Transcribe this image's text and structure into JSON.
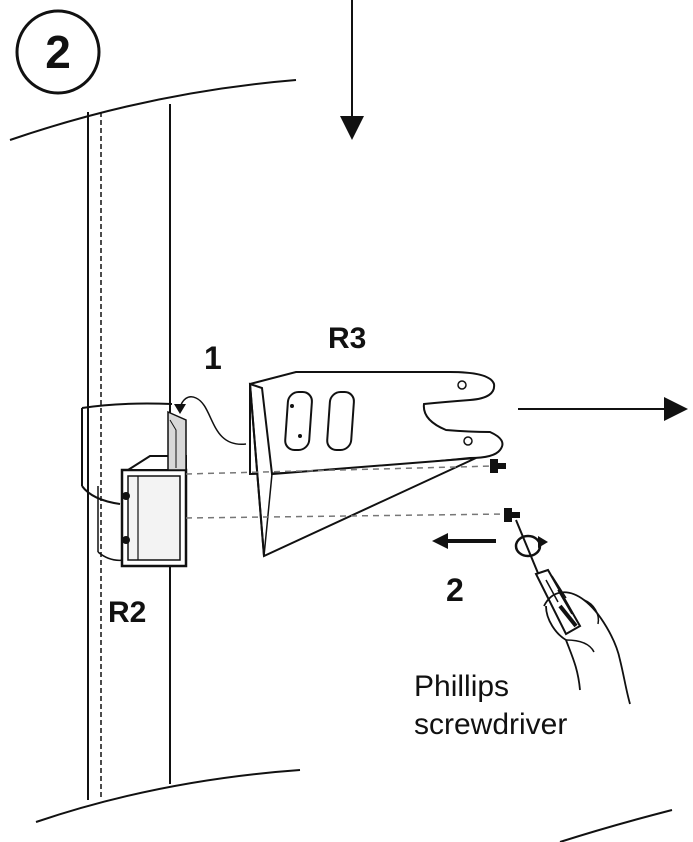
{
  "step": {
    "number": "2"
  },
  "labels": {
    "part_bracket": "R3",
    "part_clamp": "R2",
    "action_1": "1",
    "action_2": "2",
    "tool_line1": "Phillips",
    "tool_line2": "screwdriver"
  },
  "colors": {
    "line": "#111111",
    "dash": "#777777",
    "background": "#ffffff"
  }
}
